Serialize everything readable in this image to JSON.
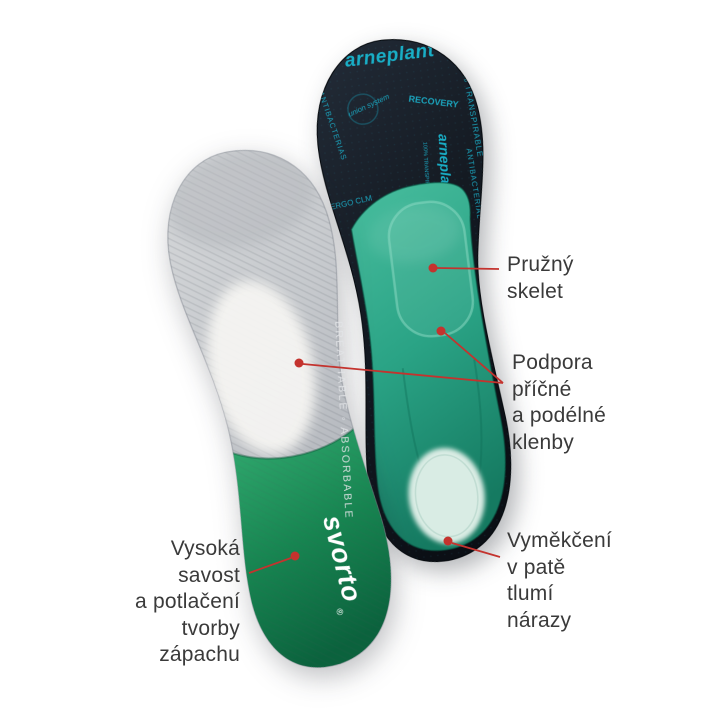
{
  "page": {
    "background": "#ffffff"
  },
  "colors": {
    "annotation_red": "#c4332e",
    "label_text": "#3a3a3a",
    "dark_insole": "#141a22",
    "teal_skeleton": "#2aa385",
    "mint_heel_pad": "#d9ece4",
    "fabric_gray": "#c6c9cd",
    "green_fabric": "#178551",
    "brand_teal_text": "#1ba4bd"
  },
  "callouts": {
    "flexible_skeleton": {
      "lines": [
        "Pružný",
        "skelet"
      ]
    },
    "arch_support": {
      "lines": [
        "Podpora",
        "příčné",
        "a podélné",
        "klenby"
      ]
    },
    "heel_cushion": {
      "lines": [
        "Vyměkčení",
        "v patě",
        "tlumí",
        "nárazy"
      ]
    },
    "absorbency": {
      "lines": [
        "Vysoká",
        "savost",
        "a potlačení",
        "tvorby",
        "zápachu"
      ]
    }
  },
  "back_insole": {
    "brand_top": "arneplant",
    "brand_side": "arneplant",
    "transpirable_right": "100% TRANSPIRABLE",
    "transpirable_side": "100% TRANSPIRABLE",
    "recovery": "RECOVERY",
    "union_system": "union system",
    "antibacterias": "ANTIBACTERIAS",
    "antibacterial": "ANTIBACTERIAL",
    "ergo": "ERGO CLM"
  },
  "front_insole": {
    "brand": "svorto",
    "registered": "®",
    "edge_text": "BREATHABLE ◦ ABSORBABLE"
  }
}
